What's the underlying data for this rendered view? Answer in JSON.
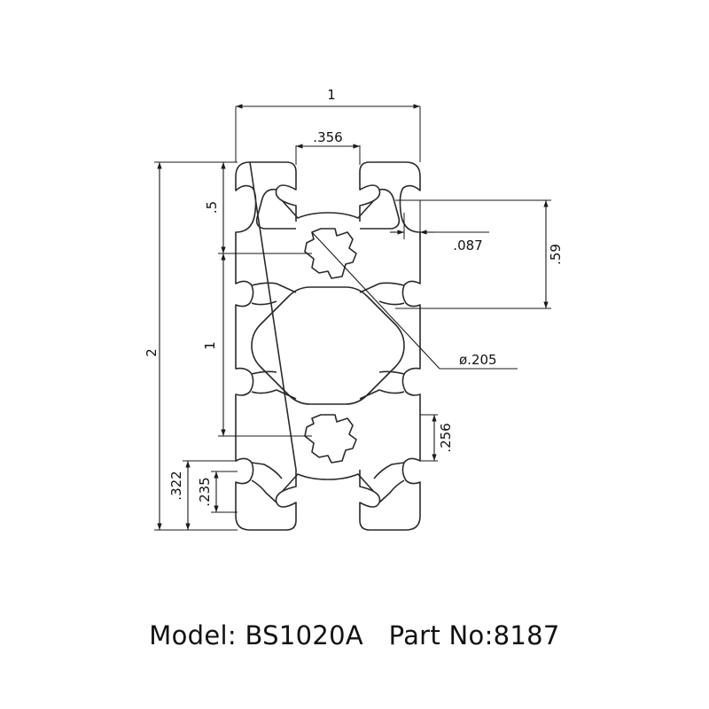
{
  "dimensions": {
    "width": "1",
    "slot_opening": ".356",
    "half_pitch": ".5",
    "slot_lip": ".087",
    "slot_depth": ".59",
    "total_height": "2",
    "pitch": "1",
    "core_hole": "ø.205",
    "slot_width": ".256",
    "lip_depth": ".322",
    "groove_depth": ".235"
  },
  "caption": {
    "model_label": "Model:",
    "model_value": "BS1020A",
    "part_label": "Part No:",
    "part_value": "8187"
  },
  "colors": {
    "line": "#2a2a2a",
    "text": "#111111",
    "background": "#ffffff"
  }
}
